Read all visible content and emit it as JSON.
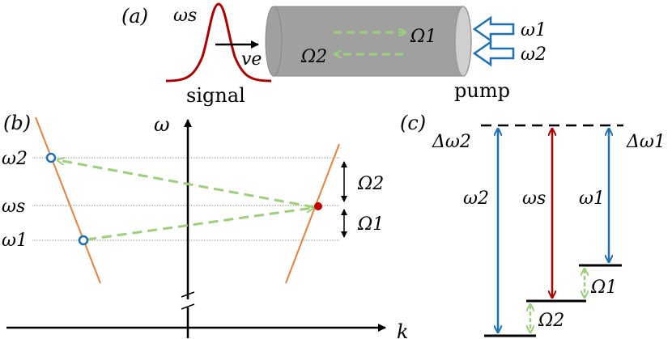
{
  "panel_a": {
    "label": "(a)",
    "omega_s": "ωs",
    "v_e": "ve",
    "signal": "signal",
    "pump": "pump",
    "Omega1": "Ω1",
    "Omega2": "Ω2",
    "omega1": "ω1",
    "omega2": "ω2"
  },
  "panel_b": {
    "label": "(b)",
    "omega_axis": "ω",
    "k_axis": "k",
    "omega2": "ω2",
    "omegas": "ωs",
    "omega1": "ω1",
    "Omega2": "Ω2",
    "Omega1": "Ω1"
  },
  "panel_c": {
    "label": "(c)",
    "dOmega2": "Δω2",
    "dOmega1": "Δω1",
    "omega2": "ω2",
    "omegas": "ωs",
    "omega1": "ω1",
    "Omega1": "Ω1",
    "Omega2": "Ω2"
  },
  "colors": {
    "signal_red": "#b00000",
    "blue": "#1f6fb5",
    "green": "#9ccf7a",
    "orange": "#e8823a",
    "gray": "#a0a0a0"
  }
}
